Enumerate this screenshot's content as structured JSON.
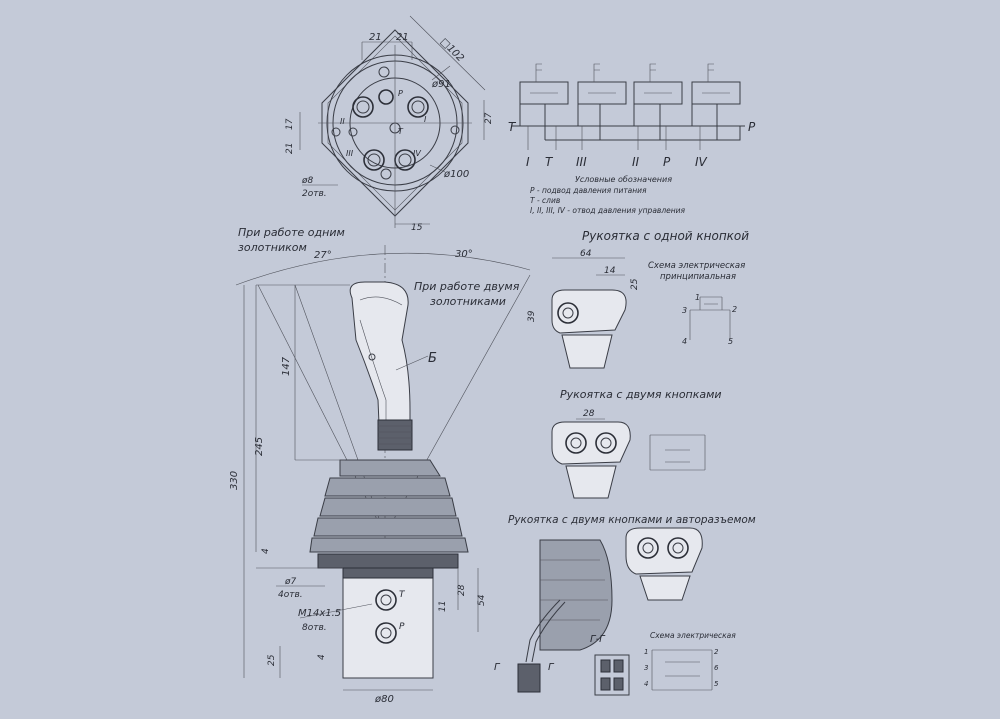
{
  "top_view": {
    "dims": {
      "d21a": "21",
      "d21b": "21",
      "sq102": "□102",
      "d91": "ø91",
      "d17": "17",
      "d21c": "21",
      "d27": "27",
      "d100": "ø100",
      "d8": "ø8",
      "d8n": "2отв.",
      "d15": "15"
    },
    "ports": {
      "p": "P",
      "t": "T",
      "i": "I",
      "ii": "II",
      "iii": "III",
      "iv": "IV"
    }
  },
  "hydraulic": {
    "labels": {
      "t": "T",
      "p": "P"
    },
    "outputs": [
      "I",
      "T",
      "III",
      "II",
      "P",
      "IV"
    ],
    "legend": {
      "title": "Условные обозначения",
      "l1": "P - подвод давления питания",
      "l2": "T - слив",
      "l3": "I, II, III, IV - отвод давления управления"
    }
  },
  "main": {
    "note_one": [
      "При работе одним",
      "золотником"
    ],
    "note_two": [
      "При работе двумя",
      "золотниками"
    ],
    "angle_left": "27°",
    "angle_right": "30°",
    "label_b": "Б",
    "dims": {
      "d147": "147",
      "d245": "245",
      "d330": "330",
      "d4a": "4",
      "d7": "ø7",
      "d7n": "4отв.",
      "m14": "M14x1.5",
      "m14n": "8отв.",
      "d25": "25",
      "d4b": "4",
      "d80": "ø80",
      "d28": "28",
      "d54": "54",
      "d11": "11"
    },
    "ports": {
      "t": "T",
      "p": "P"
    }
  },
  "one_button": {
    "title": "Рукоятка с одной кнопкой",
    "elec": [
      "Схема электрическая",
      "принципиальная"
    ],
    "dims": {
      "d64": "64",
      "d14": "14",
      "d25": "25",
      "d39": "39"
    },
    "pins": {
      "p1": "1",
      "p2": "2",
      "p3": "3",
      "p4": "4",
      "p5": "5"
    }
  },
  "two_buttons": {
    "title": "Рукоятка с двумя кнопками",
    "dim": "28"
  },
  "auto": {
    "title": "Рукоятка с двумя кнопками и авторазъемом",
    "section": "Г-Г",
    "g1": "Г",
    "g2": "Г",
    "elec": "Схема электрическая",
    "pins": {
      "a1": "1",
      "a2": "2",
      "a3": "3",
      "a4": "4",
      "a5": "5",
      "a6": "6"
    }
  }
}
